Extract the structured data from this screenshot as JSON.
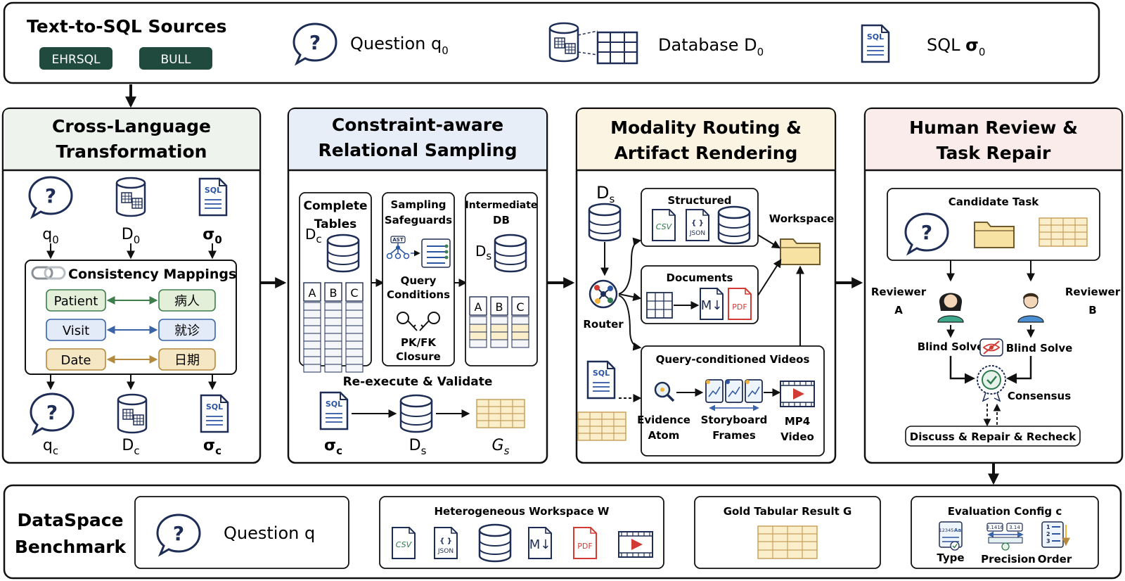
{
  "sources": {
    "title": "Text-to-SQL Sources",
    "badges": [
      "EHRSQL",
      "BULL"
    ],
    "question_label": "Question",
    "question_var": "q",
    "question_sub": "0",
    "database_label": "Database",
    "database_var": "D",
    "database_sub": "0",
    "sql_label": "SQL",
    "sql_var": "σ",
    "sql_sub": "0"
  },
  "panel1": {
    "title_line1": "Cross-Language",
    "title_line2": "Transformation",
    "inputs": [
      {
        "var": "q",
        "sub": "0"
      },
      {
        "var": "D",
        "sub": "0"
      },
      {
        "var": "σ",
        "sub": "0"
      }
    ],
    "consistency_title": "Consistency Mappings",
    "mappings": [
      {
        "en": "Patient",
        "zh": "病人",
        "color": "#3e7d4c",
        "fill": "#e3efd9"
      },
      {
        "en": "Visit",
        "zh": "就诊",
        "color": "#3a63a8",
        "fill": "#e2ebf7"
      },
      {
        "en": "Date",
        "zh": "日期",
        "color": "#b58a3e",
        "fill": "#f6e7c4"
      }
    ],
    "outputs": [
      {
        "var": "q",
        "sub": "c"
      },
      {
        "var": "D",
        "sub": "c"
      },
      {
        "var": "σ",
        "sub": "c"
      }
    ],
    "header_color": "#eef3ee"
  },
  "panel2": {
    "title_line1": "Constraint-aware",
    "title_line2": "Relational Sampling",
    "complete_tables_line1": "Complete",
    "complete_tables_line2": "Tables",
    "complete_var": "D",
    "complete_sub": "c",
    "columns": [
      "A",
      "B",
      "C"
    ],
    "safeguards_line1": "Sampling",
    "safeguards_line2": "Safeguards",
    "ast_label": "AST",
    "query_cond_line1": "Query",
    "query_cond_line2": "Conditions",
    "pkfk_line1": "PK/FK",
    "pkfk_line2": "Closure",
    "intermediate_line1": "Intermediate",
    "intermediate_line2": "DB",
    "intermediate_var": "D",
    "intermediate_sub": "s",
    "reexec_title": "Re-execute & Validate",
    "flow": [
      {
        "var": "σ",
        "sub": "c"
      },
      {
        "var": "D",
        "sub": "s"
      },
      {
        "var": "G",
        "sub": "s"
      }
    ],
    "header_color": "#e7eef8"
  },
  "panel3": {
    "title_line1": "Modality Routing &",
    "title_line2": "Artifact Rendering",
    "ds_var": "D",
    "ds_sub": "s",
    "router_label": "Router",
    "structured_title": "Structured",
    "csv_label": "CSV",
    "json_label": "JSON",
    "json_braces": "{ }",
    "documents_title": "Documents",
    "md_label": "M↓",
    "pdf_label": "PDF",
    "workspace_label": "Workspace",
    "videos_title": "Query-conditioned Videos",
    "sql_icon_label": "SQL",
    "evidence_line1": "Evidence",
    "evidence_line2": "Atom",
    "storyboard_line1": "Storyboard",
    "storyboard_line2": "Frames",
    "mp4_line1": "MP4",
    "mp4_line2": "Video",
    "header_color": "#fbf4e2"
  },
  "panel4": {
    "title_line1": "Human Review &",
    "title_line2": "Task Repair",
    "candidate_title": "Candidate Task",
    "reviewer_a_line1": "Reviewer",
    "reviewer_a_line2": "A",
    "reviewer_b_line1": "Reviewer",
    "reviewer_b_line2": "B",
    "blind_solve_a": "Blind Solve",
    "blind_solve_b": "Blind Solve",
    "consensus": "Consensus",
    "discuss": "Discuss & Repair & Recheck",
    "header_color": "#fbecec"
  },
  "benchmark": {
    "title_line1": "DataSpace",
    "title_line2": "Benchmark",
    "question_label": "Question q",
    "workspace_title": "Heterogeneous Workspace W",
    "csv_label": "CSV",
    "json_label": "JSON",
    "json_braces": "{ }",
    "md_label": "M↓",
    "pdf_label": "PDF",
    "gold_title": "Gold Tabular Result G",
    "eval_title": "Evaluation Config c",
    "eval_items": [
      "Type",
      "Precision",
      "Order"
    ],
    "precision_values": [
      "3.1416",
      "3.14"
    ],
    "type_codes": [
      "12345",
      "Aa"
    ],
    "order_numbers": [
      "1",
      "2",
      "3"
    ]
  },
  "colors": {
    "dark_green": "#1f4a3d",
    "navy": "#1e2d55",
    "blue": "#2b55a3",
    "pdf_red": "#d13b34",
    "csv_green": "#2f7a4e",
    "table_fill": "#fbeecb",
    "table_line": "#c9a05c",
    "folder": "#f7e1a3"
  }
}
